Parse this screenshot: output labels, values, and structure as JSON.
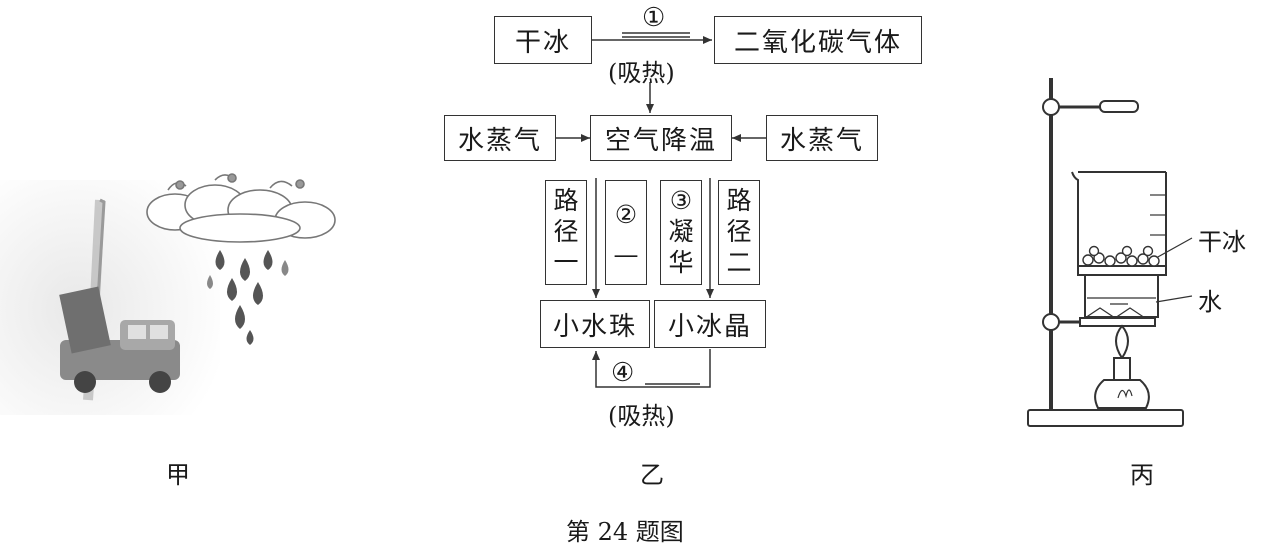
{
  "figure_caption": "第 24 题图",
  "panels": {
    "jia": {
      "caption": "甲"
    },
    "yi": {
      "caption": "乙"
    },
    "bing": {
      "caption": "丙",
      "labels": {
        "dry_ice": "干冰",
        "water": "水"
      }
    }
  },
  "flowchart": {
    "dry_ice": "干冰",
    "co2": "二氧化碳气体",
    "step1": "①",
    "absorb_heat_top": "(吸热)",
    "vapor_left": "水蒸气",
    "air_cool": "空气降温",
    "vapor_right": "水蒸气",
    "path1": [
      "路",
      "径",
      "一"
    ],
    "step2": [
      "②",
      "—"
    ],
    "step3": [
      "③",
      "凝",
      "华"
    ],
    "path2": [
      "路",
      "径",
      "二"
    ],
    "droplets": "小水珠",
    "ice_crystals": "小冰晶",
    "step4": "④",
    "absorb_heat_bottom": "(吸热)"
  }
}
